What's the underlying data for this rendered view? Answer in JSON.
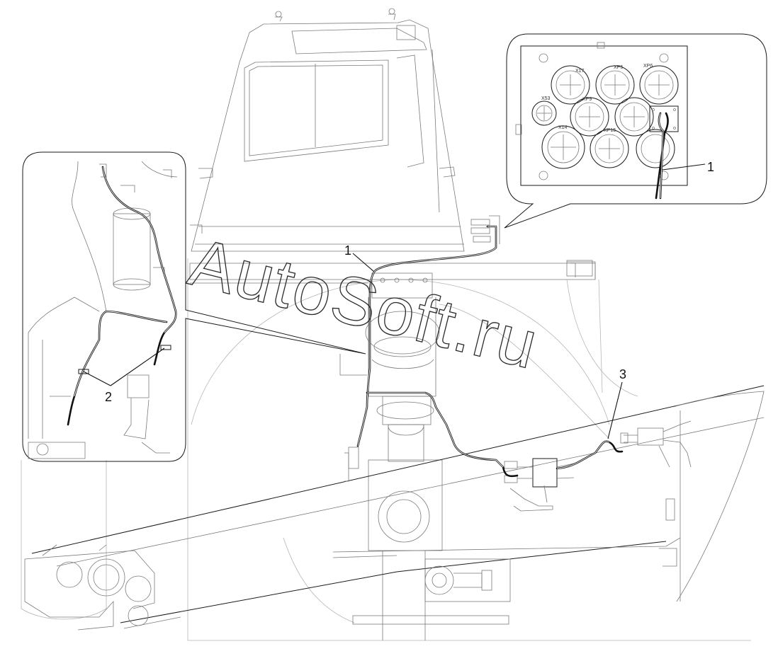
{
  "watermark": {
    "text": "AutoSoft.ru"
  },
  "callouts": {
    "main_harness": "1",
    "detail_harness": "1",
    "clamps": "2",
    "connector_branch": "3"
  },
  "connector_panel": {
    "labels": {
      "x17": "X17",
      "xp5": "XP5",
      "xp6": "XP6",
      "x53": "X53",
      "xp9": "XP9",
      "xp15": "XP15",
      "x14": "X14"
    }
  }
}
